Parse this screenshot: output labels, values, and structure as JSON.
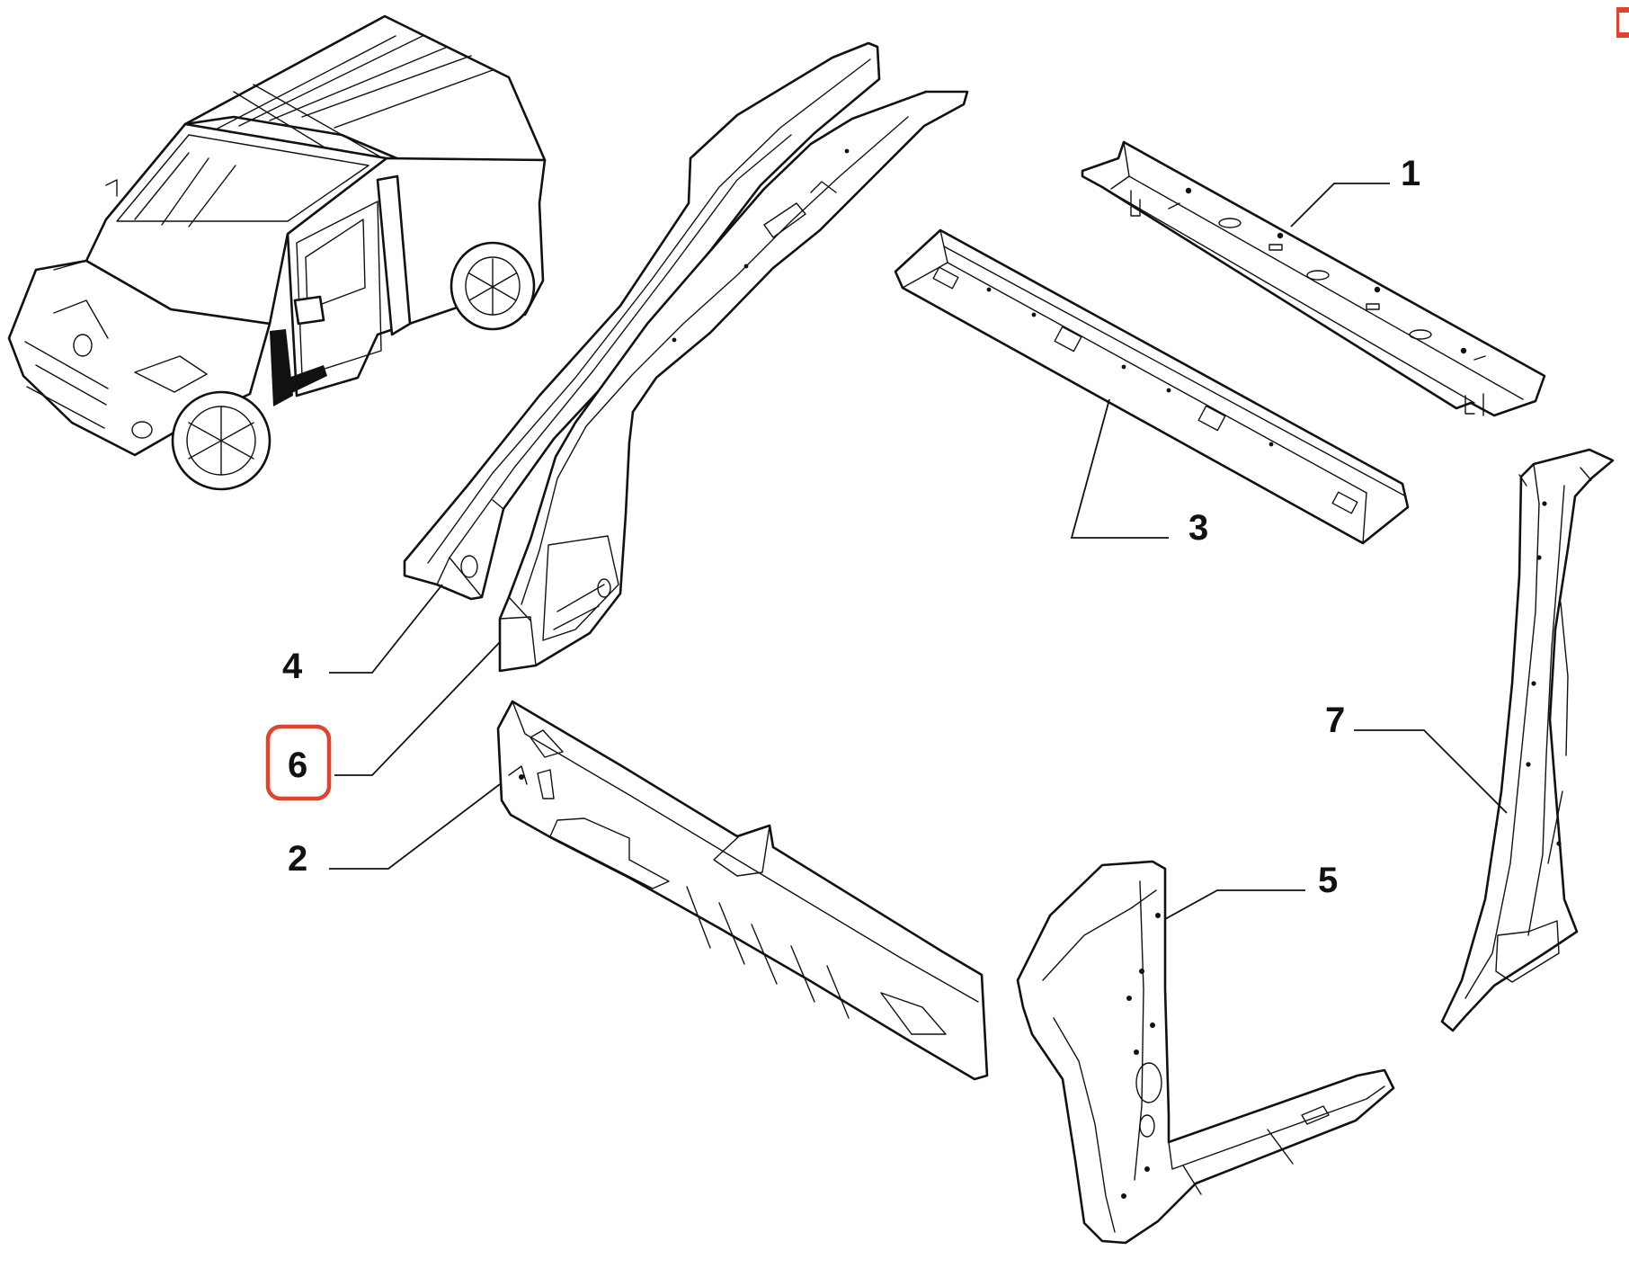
{
  "callouts": [
    {
      "id": "1",
      "label": "1"
    },
    {
      "id": "2",
      "label": "2"
    },
    {
      "id": "3",
      "label": "3"
    },
    {
      "id": "4",
      "label": "4"
    },
    {
      "id": "5",
      "label": "5"
    },
    {
      "id": "6",
      "label": "6"
    },
    {
      "id": "7",
      "label": "7"
    }
  ],
  "highlight": {
    "callout": "6",
    "color": "#e0442e"
  },
  "icons": {
    "vehicle": "van-icon",
    "corner_mark": "orange-corner-icon"
  },
  "colors": {
    "line": "#111111",
    "background": "#ffffff",
    "accent": "#e0442e"
  }
}
